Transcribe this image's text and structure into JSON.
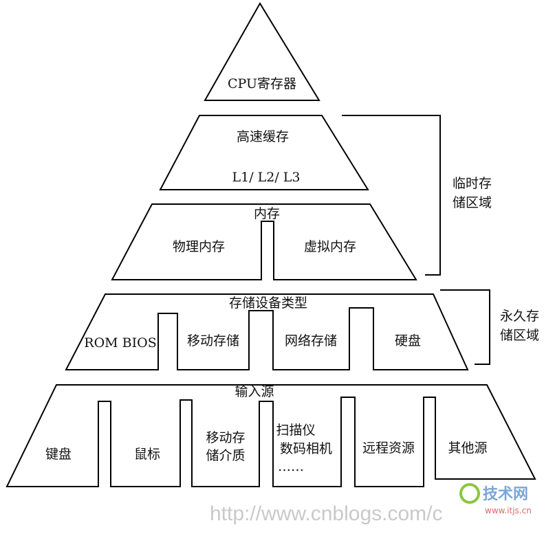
{
  "levels": {
    "cpu": "CPU寄存器",
    "cache": {
      "title": "高速缓存",
      "sub": "L1/ L2/ L3"
    },
    "memory": {
      "title": "内存",
      "physical": "物理内存",
      "virtual": "虚拟内存"
    },
    "storage": {
      "title": "存储设备类型",
      "items": [
        "ROM BIOS",
        "移动存储",
        "网络存储",
        "硬盘"
      ]
    },
    "input": {
      "title": "输入源",
      "items": [
        [
          "键盘"
        ],
        [
          "鼠标"
        ],
        [
          "移动存",
          "储介质"
        ],
        [
          "扫描仪",
          "数码相机",
          "……"
        ],
        [
          "远程资源"
        ],
        [
          "其他源"
        ]
      ]
    }
  },
  "brackets": {
    "temporary": [
      "临时存",
      "储区域"
    ],
    "permanent": [
      "永久存",
      "储区域"
    ]
  },
  "watermark": {
    "url": "http://www.cnblogs.com/c",
    "brand": "技术网",
    "site": "www.itjs.cn"
  },
  "colors": {
    "stroke": "#000000",
    "watermark_text": "#c9c9c9",
    "brand_blue": "#7aa6d8",
    "brand_green": "#8cc63f"
  }
}
